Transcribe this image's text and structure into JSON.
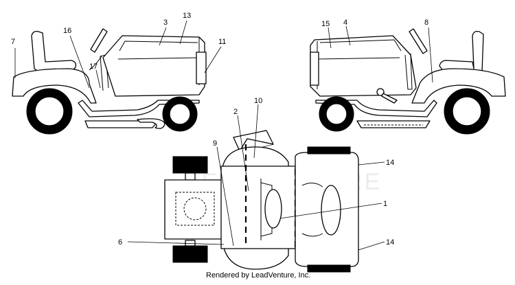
{
  "diagram": {
    "watermark": "LEADVENTURE",
    "credit": "Rendered by LeadVenture, Inc.",
    "callouts": {
      "c1": "1",
      "c2": "2",
      "c3": "3",
      "c4": "4",
      "c6": "6",
      "c7": "7",
      "c8": "8",
      "c9": "9",
      "c10": "10",
      "c11": "11",
      "c13": "13",
      "c14a": "14",
      "c14b": "14",
      "c15": "15",
      "c16": "16",
      "c17": "17"
    }
  }
}
